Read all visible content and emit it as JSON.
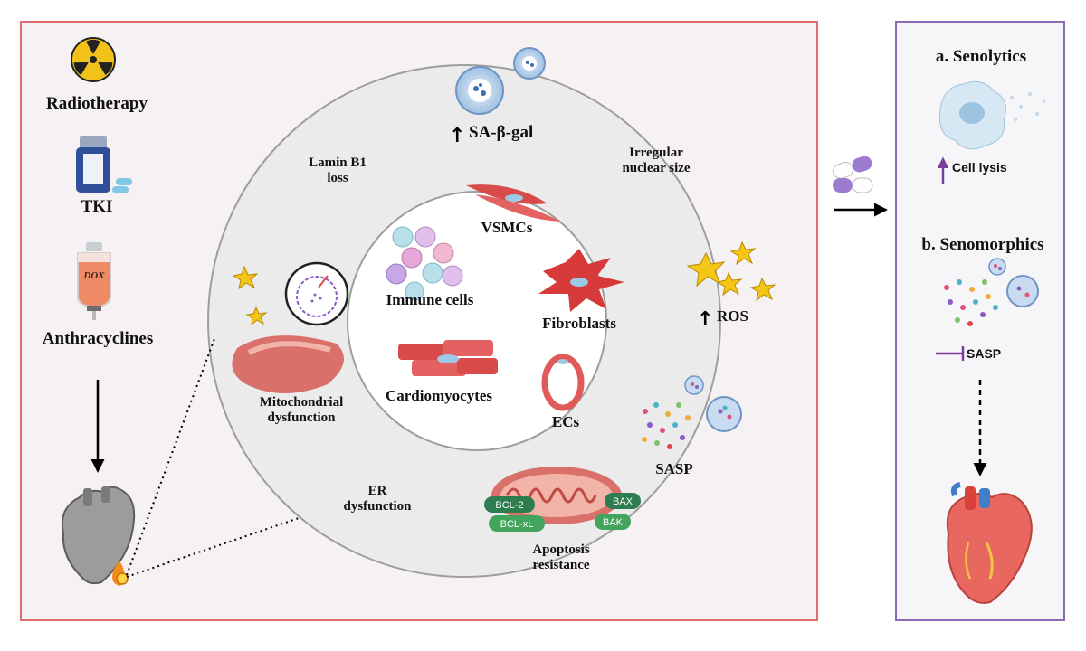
{
  "colors": {
    "left_panel_border": "#e06b6f",
    "left_panel_fill": "#f6f1f2",
    "right_panel_border": "#8a6bb4",
    "right_panel_fill": "#f6f5f8",
    "outer_ring": "#ebebeb",
    "inner_circle": "#ffffff",
    "ring_stroke": "#9e9e9e",
    "arrow": "#000000",
    "purple_arrow": "#7b3f99"
  },
  "left": {
    "radiotherapy": "Radiotherapy",
    "tki": "TKI",
    "dox_label": "DOX",
    "anthracyclines": "Anthracyclines"
  },
  "ring": {
    "sa_beta_gal": "SA-β-gal",
    "lamin_line1": "Lamin B1",
    "lamin_line2": "loss",
    "irregular_line1": "Irregular",
    "irregular_line2": "nuclear size",
    "ros": "ROS",
    "sasp": "SASP",
    "apoptosis_line1": "Apoptosis",
    "apoptosis_line2": "resistance",
    "er_line1": "ER",
    "er_line2": "dysfunction",
    "mito_line1": "Mitochondrial",
    "mito_line2": "dysfunction",
    "up_arrow": "↑",
    "bcl2": "BCL-2",
    "bclxl": "BCL-xL",
    "bax": "BAX",
    "bak": "BAK"
  },
  "inner": {
    "vsmcs": "VSMCs",
    "immune": "Immune cells",
    "fibroblasts": "Fibroblasts",
    "cardiomyocytes": "Cardiomyocytes",
    "ecs": "ECs"
  },
  "right": {
    "senolytics": "a. Senolytics",
    "cell_lysis": "Cell lysis",
    "senomorphics": "b. Senomorphics",
    "sasp": "SASP"
  }
}
